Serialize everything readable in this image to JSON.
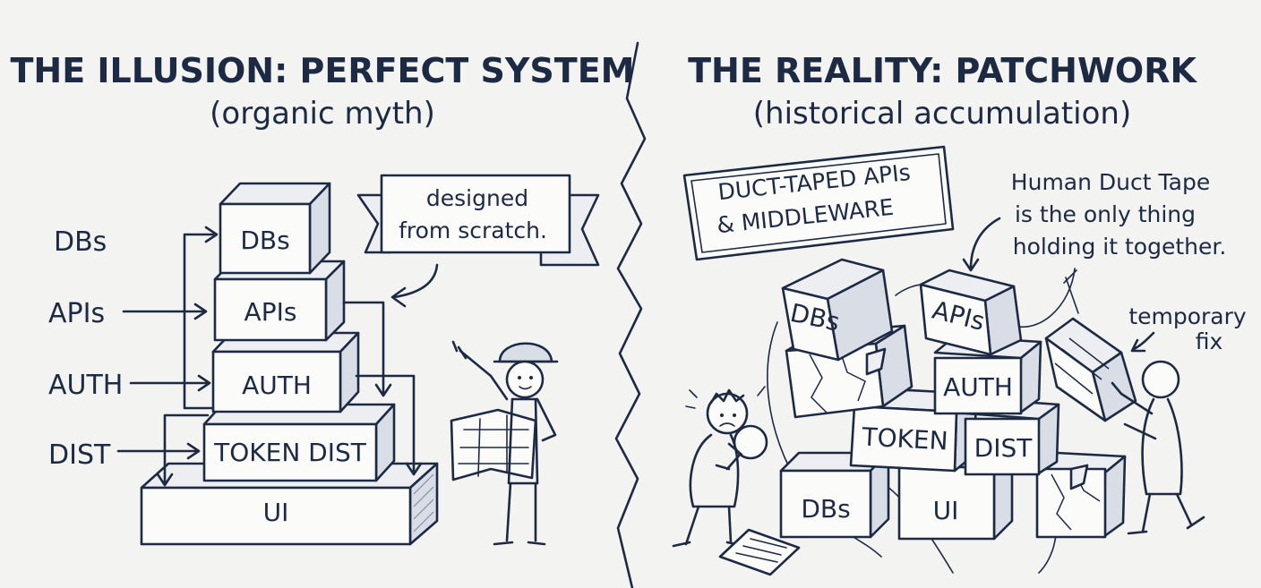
{
  "left": {
    "title": "THE ILLUSION: PERFECT SYSTEM",
    "subtitle": "(organic myth)",
    "banner": [
      "designed",
      "from scratch."
    ],
    "side_labels": [
      "DBs",
      "APIs",
      "AUTH",
      "DIST"
    ],
    "stack": [
      "DBs",
      "APIs",
      "AUTH",
      "TOKEN DIST",
      "UI"
    ]
  },
  "right": {
    "title": "THE REALITY:  PATCHWORK",
    "subtitle": "(historical accumulation)",
    "sign": [
      "DUCT-TAPED APIs",
      "& MIDDLEWARE"
    ],
    "note": [
      "Human Duct Tape",
      "is the only thing",
      "holding it together."
    ],
    "temp_note": [
      "temporary",
      "fix"
    ],
    "blocks": [
      "DBs",
      "APIs",
      "AUTH",
      "TOKEN",
      "DIST",
      "DBs",
      "UI"
    ]
  }
}
